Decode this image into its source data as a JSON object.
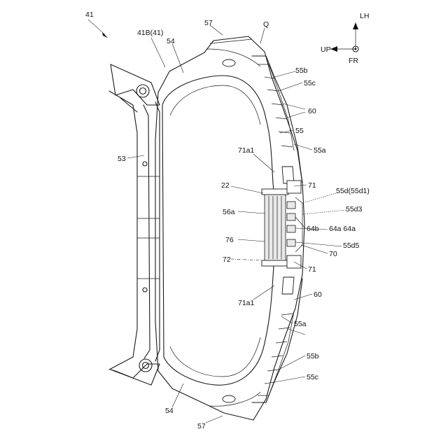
{
  "labels": {
    "fig": "41",
    "l41b": "41B(41)",
    "l54_top": "54",
    "l57_top": "57",
    "lQ": "Q",
    "l55b_top": "55b",
    "l55c_top": "55c",
    "l60_top": "60",
    "l55_main": "55",
    "l55a_top": "55a",
    "l53": "53",
    "l71a1_top": "71a1",
    "l22": "22",
    "l71_top": "71",
    "l55d": "55d(55d1)",
    "l55d3": "55d3",
    "l56a": "56a",
    "l64b": "64b",
    "l64a64a": "64a 64a",
    "l76": "76",
    "l55d5": "55d5",
    "l72": "72",
    "l70": "70",
    "l71_bot": "71",
    "l71a1_bot": "71a1",
    "l60_bot": "60",
    "l55a_bot": "55a",
    "l55b_bot": "55b",
    "l55c_bot": "55c",
    "l54_bot": "54",
    "l57_bot": "57"
  },
  "compass": {
    "up": "UP",
    "lh": "LH",
    "fr": "FR"
  }
}
